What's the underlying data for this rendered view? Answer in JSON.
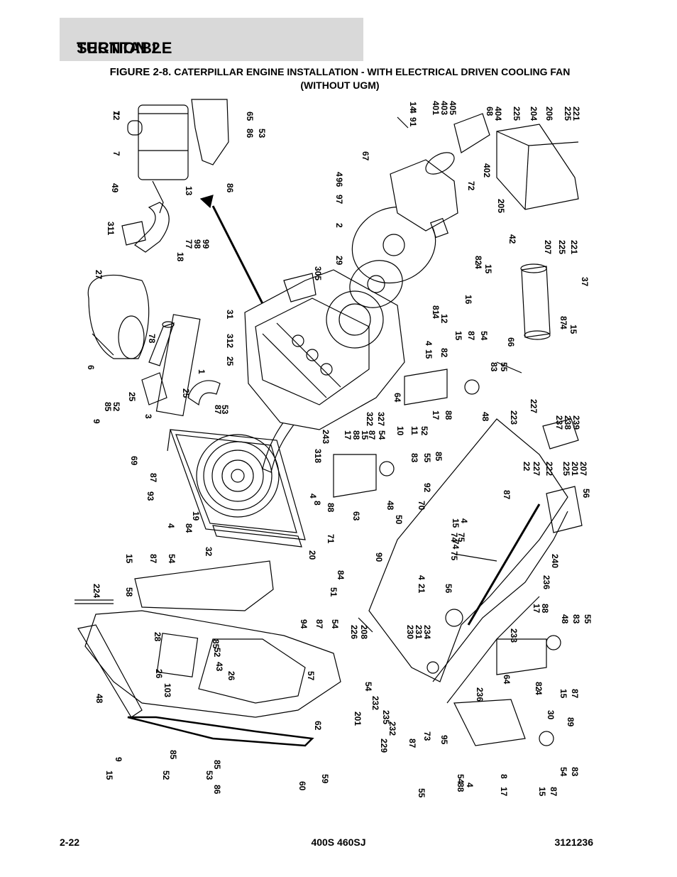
{
  "header": {
    "section_label": "SECTION 2",
    "section_title": "TURNTABLE"
  },
  "figure": {
    "prefix": "FIGURE 2-8.",
    "title_line1": "CATERPILLAR ENGINE INSTALLATION - WITH ELECTRICAL DRIVEN COOLING FAN",
    "title_line2": "(WITHOUT UGM)"
  },
  "callouts": [
    "7",
    "7",
    "65",
    "86",
    "53",
    "13",
    "86",
    "49",
    "311",
    "77",
    "98",
    "99",
    "18",
    "27",
    "78",
    "6",
    "25",
    "52",
    "85",
    "9",
    "3",
    "25",
    "1",
    "69",
    "87",
    "93",
    "19",
    "84",
    "4",
    "32",
    "53",
    "87",
    "31",
    "312",
    "25",
    "305",
    "29",
    "2",
    "97",
    "96",
    "4",
    "67",
    "91",
    "4",
    "14",
    "401",
    "403",
    "405",
    "68",
    "404",
    "225",
    "204",
    "206",
    "225",
    "221",
    "72",
    "402",
    "205",
    "207",
    "225",
    "221",
    "42",
    "82",
    "4",
    "15",
    "16",
    "81",
    "4",
    "12",
    "4",
    "15",
    "82",
    "15",
    "87",
    "54",
    "83",
    "55",
    "64",
    "17",
    "88",
    "48",
    "223",
    "227",
    "237",
    "238",
    "239",
    "37",
    "66",
    "87",
    "4",
    "15",
    "322",
    "327",
    "243",
    "318",
    "17",
    "88",
    "15",
    "87",
    "54",
    "10",
    "11",
    "52",
    "83",
    "55",
    "85",
    "92",
    "70",
    "50",
    "48",
    "63",
    "4",
    "8",
    "88",
    "22",
    "227",
    "222",
    "225",
    "201",
    "207",
    "56",
    "87",
    "4",
    "15",
    "74",
    "75",
    "71",
    "20",
    "84",
    "51",
    "90",
    "4",
    "21",
    "56",
    "74",
    "75",
    "240",
    "236",
    "15",
    "87",
    "54",
    "224",
    "58",
    "28",
    "85",
    "52",
    "26",
    "103",
    "43",
    "26",
    "94",
    "87",
    "54",
    "226",
    "208",
    "230",
    "231",
    "234",
    "57",
    "233",
    "17",
    "88",
    "48",
    "83",
    "55",
    "236",
    "64",
    "82",
    "4",
    "15",
    "87",
    "54",
    "232",
    "235",
    "232",
    "229",
    "201",
    "62",
    "30",
    "89",
    "48",
    "60",
    "59",
    "73",
    "87",
    "95",
    "54",
    "88",
    "4",
    "8",
    "17",
    "15",
    "87",
    "54",
    "83",
    "55",
    "15",
    "9",
    "85",
    "52",
    "85",
    "53",
    "86",
    "12"
  ],
  "footer": {
    "page_number": "2-22",
    "model": "400S 460SJ",
    "part_number": "3121236"
  }
}
